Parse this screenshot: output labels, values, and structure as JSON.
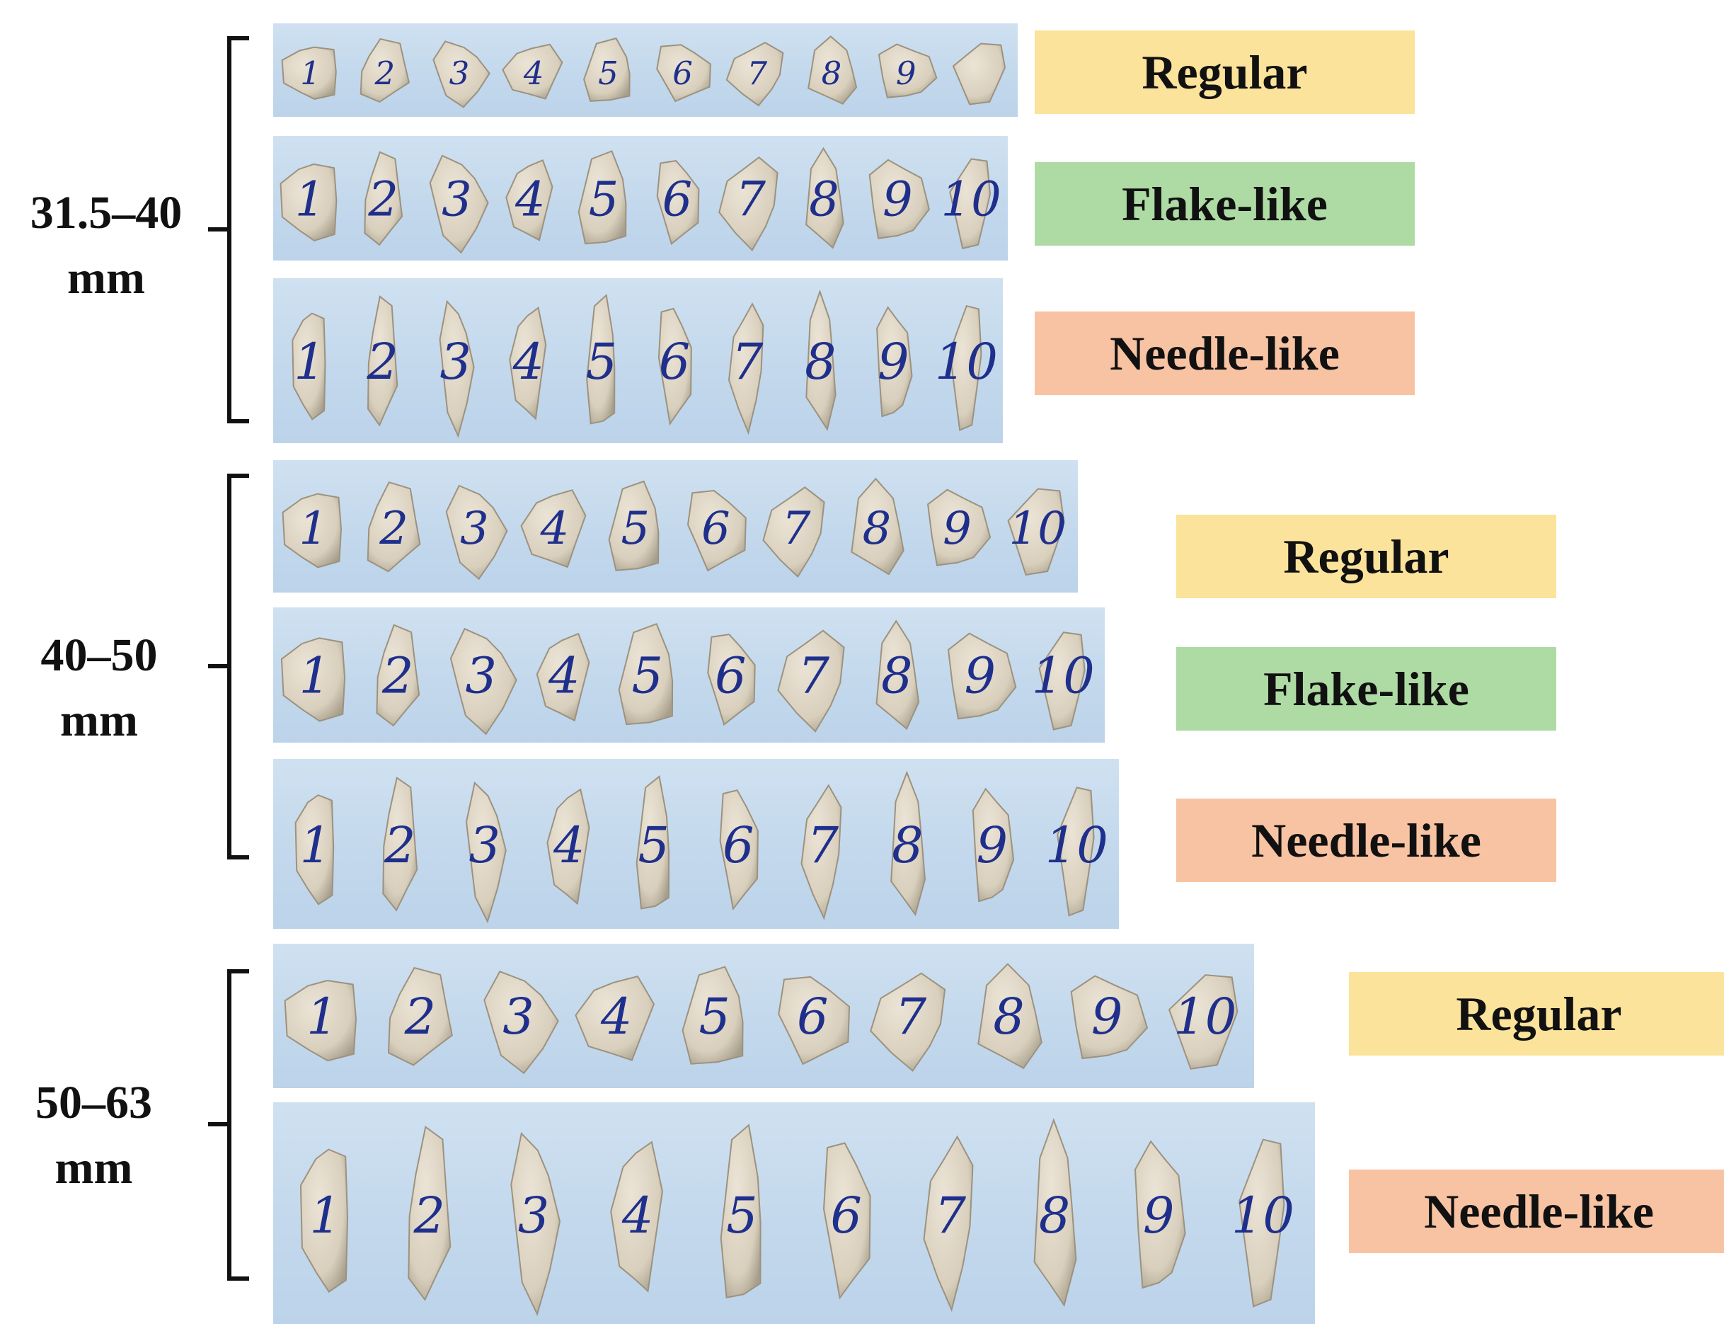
{
  "groups": [
    {
      "label": "31.5–40\nmm",
      "rows": [
        {
          "shape": "Regular",
          "stone_numbers": [
            "1",
            "2",
            "3",
            "4",
            "5",
            "6",
            "7",
            "8",
            "9",
            ""
          ]
        },
        {
          "shape": "Flake-like",
          "stone_numbers": [
            "1",
            "2",
            "3",
            "4",
            "5",
            "6",
            "7",
            "8",
            "9",
            "10"
          ]
        },
        {
          "shape": "Needle-like",
          "stone_numbers": [
            "1",
            "2",
            "3",
            "4",
            "5",
            "6",
            "7",
            "8",
            "9",
            "10"
          ]
        }
      ]
    },
    {
      "label": "40–50\nmm",
      "rows": [
        {
          "shape": "Regular",
          "stone_numbers": [
            "1",
            "2",
            "3",
            "4",
            "5",
            "6",
            "7",
            "8",
            "9",
            "10"
          ]
        },
        {
          "shape": "Flake-like",
          "stone_numbers": [
            "1",
            "2",
            "3",
            "4",
            "5",
            "6",
            "7",
            "8",
            "9",
            "10"
          ]
        },
        {
          "shape": "Needle-like",
          "stone_numbers": [
            "1",
            "2",
            "3",
            "4",
            "5",
            "6",
            "7",
            "8",
            "9",
            "10"
          ]
        }
      ]
    },
    {
      "label": "50–63\nmm",
      "rows": [
        {
          "shape": "Regular",
          "stone_numbers": [
            "1",
            "2",
            "3",
            "4",
            "5",
            "6",
            "7",
            "8",
            "9",
            "10"
          ]
        },
        {
          "shape": "Needle-like",
          "stone_numbers": [
            "1",
            "2",
            "3",
            "4",
            "5",
            "6",
            "7",
            "8",
            "9",
            "10"
          ]
        }
      ]
    }
  ],
  "colors": {
    "regular_tag": "#fbe39b",
    "flake_tag": "#aedaa4",
    "needle_tag": "#f8c3a2",
    "photo_background": "#c6dbee",
    "stone": "#d9cfbd",
    "ink": "#1f2f8c"
  }
}
